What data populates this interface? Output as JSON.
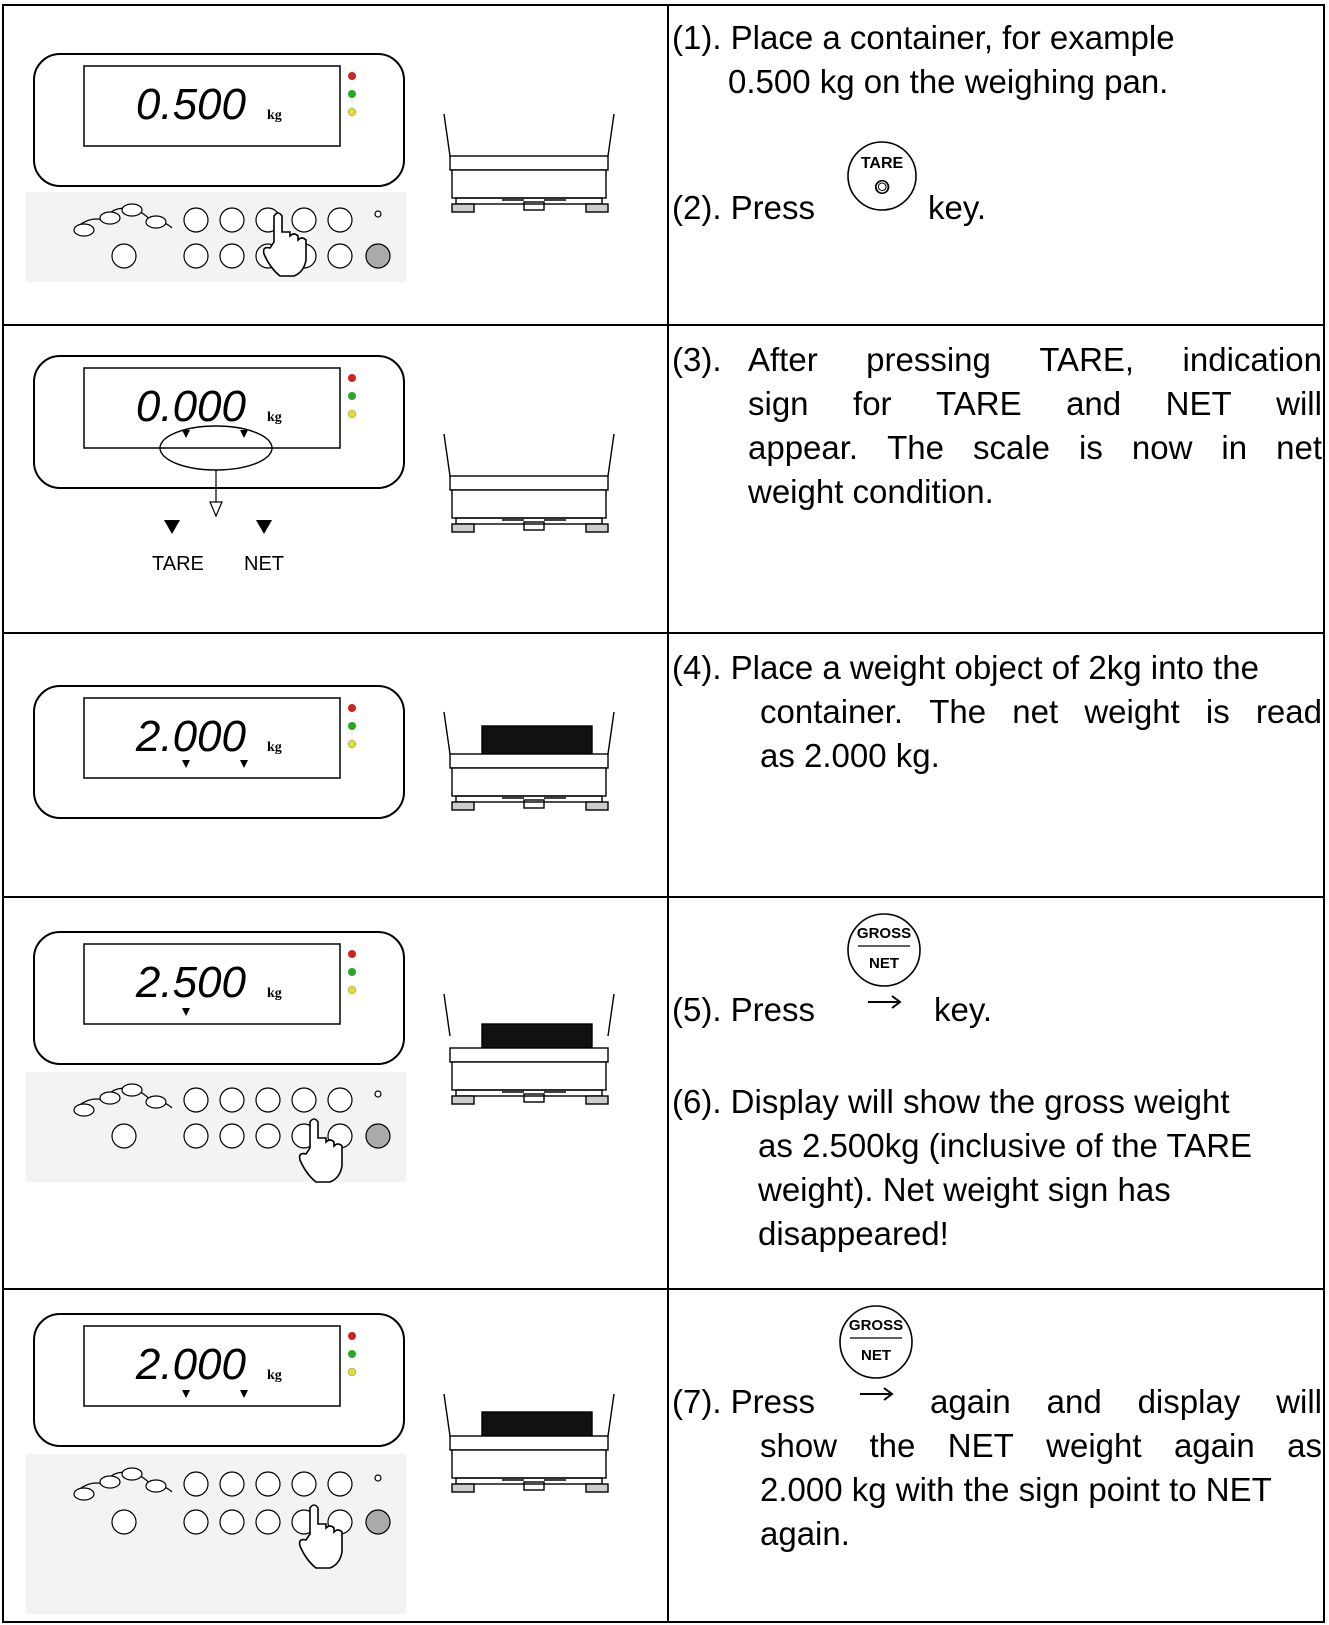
{
  "rows": [
    {
      "display": {
        "reading": "0.500",
        "unit": "kg"
      },
      "lines": [
        "(1).  Place a container, for example",
        "0.500 kg on the weighing pan."
      ],
      "press": {
        "prefix": "(2).  Press",
        "key_top": "TARE",
        "key_bottom": "⭗",
        "suffix": "key."
      }
    },
    {
      "display": {
        "reading": "0.000",
        "unit": "kg"
      },
      "legend": {
        "tare": "TARE",
        "net": "NET"
      },
      "lines": [
        "(3).",
        "After  pressing  TARE,  indication",
        "sign  for  TARE  and  NET  will",
        "appear. The scale is now in net",
        "weight condition."
      ]
    },
    {
      "display": {
        "reading": "2.000",
        "unit": "kg"
      },
      "lines": [
        "(4). Place a weight object of 2kg into the",
        "container. The net weight is read",
        "as 2.000 kg."
      ]
    },
    {
      "display": {
        "reading": "2.500",
        "unit": "kg"
      },
      "press": {
        "prefix": "(5).  Press",
        "key_top": "GROSS",
        "key_bottom": "NET",
        "suffix": "key."
      },
      "lines": [
        "(6). Display will show the gross weight",
        "as 2.500kg (inclusive of the TARE",
        "weight). Net weight sign has",
        "disappeared!"
      ]
    },
    {
      "display": {
        "reading": "2.000",
        "unit": "kg"
      },
      "press": {
        "prefix": "(7). Press",
        "key_top": "GROSS",
        "key_bottom": "NET",
        "suffix": "again  and  display  will"
      },
      "lines": [
        "show  the  NET  weight  again  as",
        "2.000 kg with the sign point to NET",
        "again."
      ]
    }
  ],
  "colors": {
    "led_red": "#cc2222",
    "led_green": "#22aa22",
    "led_yellow": "#dddd33",
    "key_fill": "#aaaaaa",
    "border": "#000000"
  }
}
